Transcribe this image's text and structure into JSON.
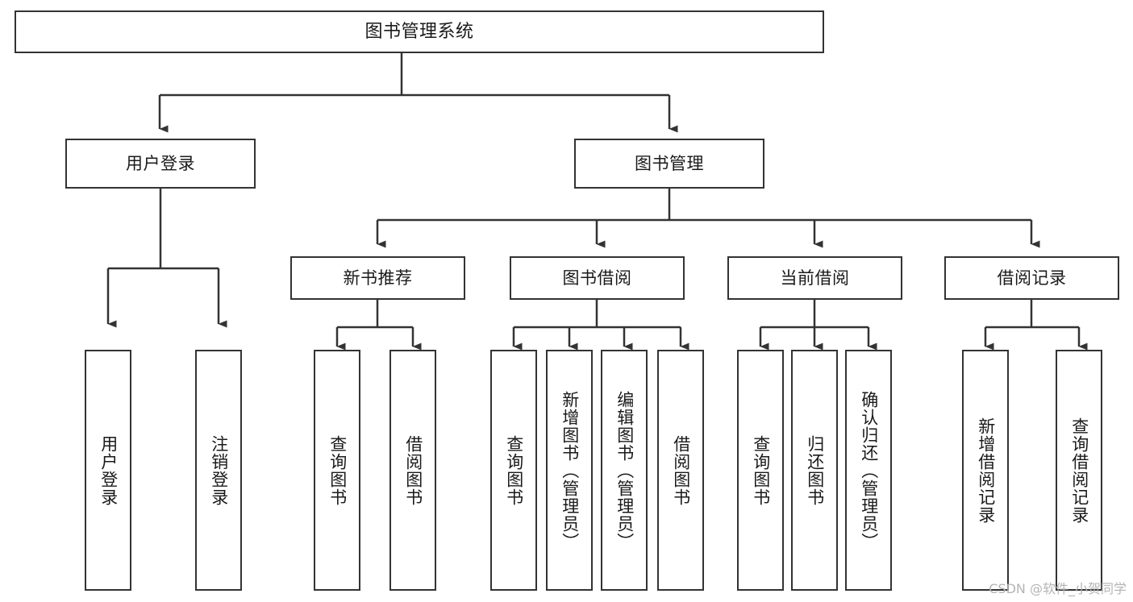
{
  "diagram": {
    "title": "图书管理系统",
    "type": "tree",
    "watermark": "CSDN @软件_小贺同学",
    "colors": {
      "box_border": "#333333",
      "box_fill": "#ffffff",
      "connector": "#333333",
      "text": "#1a1a1a",
      "watermark": "#b4b4b4",
      "background": "#ffffff"
    },
    "nodes": {
      "root": {
        "label": "图书管理系统"
      },
      "level2": [
        {
          "label": "用户登录"
        },
        {
          "label": "图书管理"
        }
      ],
      "level3": [
        {
          "label": "新书推荐"
        },
        {
          "label": "图书借阅"
        },
        {
          "label": "当前借阅"
        },
        {
          "label": "借阅记录"
        }
      ],
      "leaves": {
        "user_login": [
          {
            "label": "用户登录"
          },
          {
            "label": "注销登录"
          }
        ],
        "new_book_recommend": [
          {
            "label": "查询图书"
          },
          {
            "label": "借阅图书"
          }
        ],
        "book_borrow": [
          {
            "label": "查询图书"
          },
          {
            "label": "新增图书（管理员）"
          },
          {
            "label": "编辑图书（管理员）"
          },
          {
            "label": "借阅图书"
          }
        ],
        "current_borrow": [
          {
            "label": "查询图书"
          },
          {
            "label": "归还图书"
          },
          {
            "label": "确认归还（管理员）"
          }
        ],
        "borrow_record": [
          {
            "label": "新增借阅记录"
          },
          {
            "label": "查询借阅记录"
          }
        ]
      }
    }
  }
}
